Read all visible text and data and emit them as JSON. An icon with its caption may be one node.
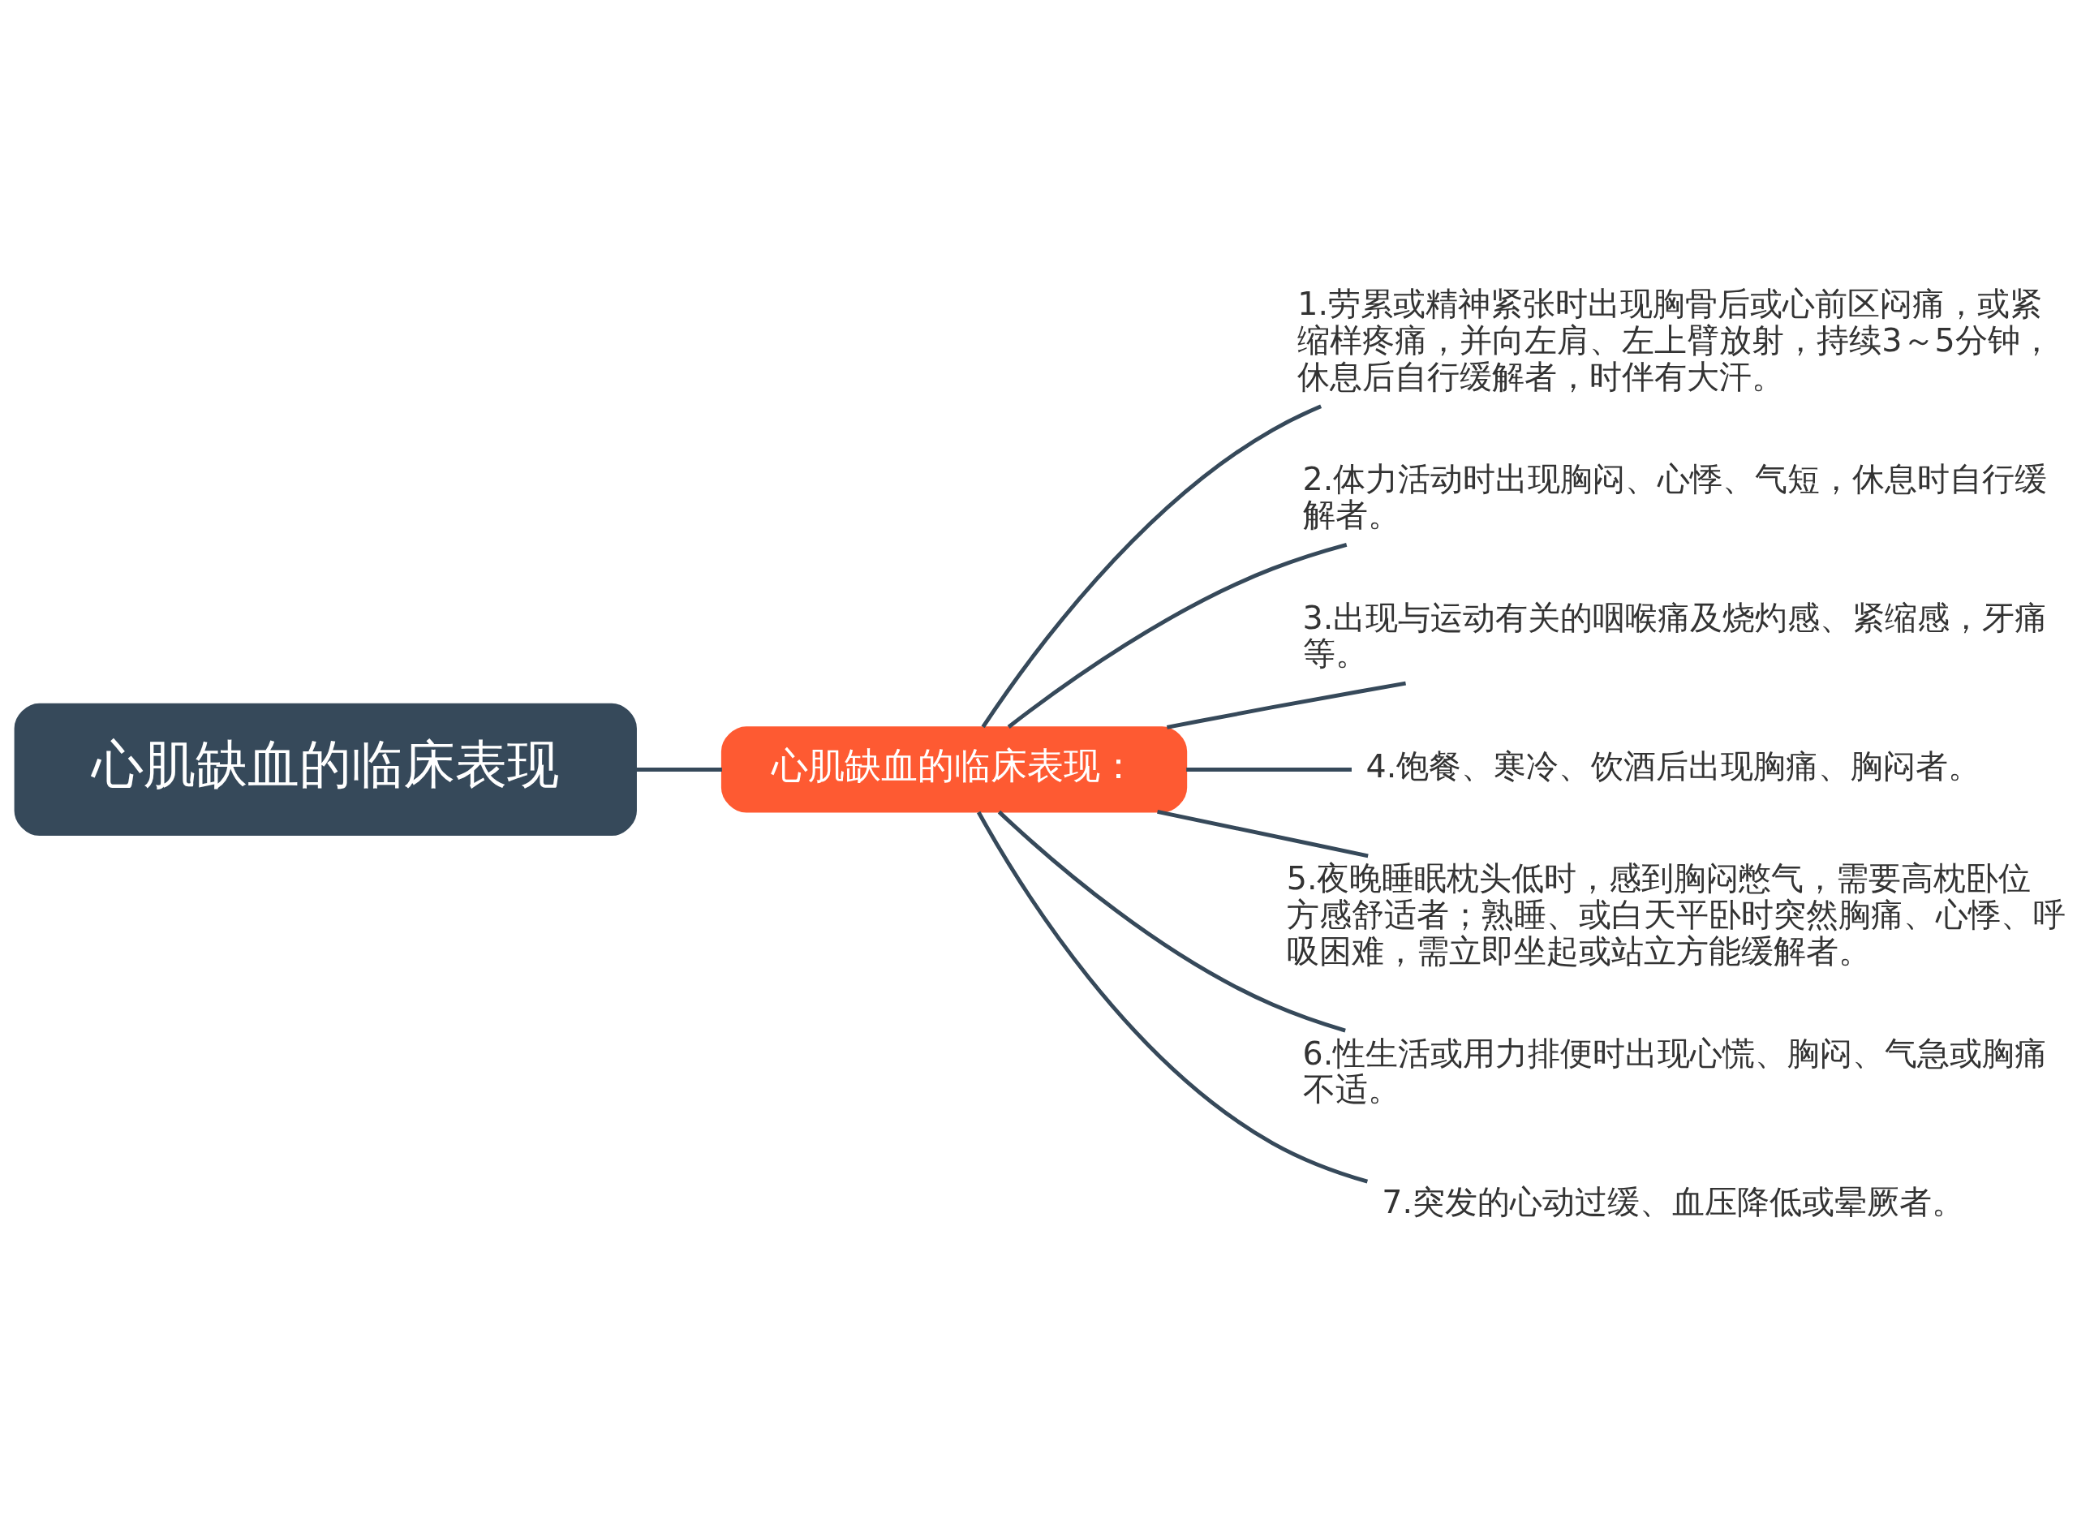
{
  "diagram": {
    "nodes": [
      {
        "text": [
          "心肌缺血的临床表现"
        ]
      },
      {
        "text": [
          "心肌缺血的临床表现："
        ]
      },
      {
        "text": [
          "1.劳累或精神紧张时出现胸骨后或心前区闷痛，或紧缩样疼痛，并向左肩、左上臂放射，持续3～5分钟，休息后自行缓解者，时伴有大汗。"
        ]
      },
      {
        "text": [
          "2.体力活动时出现胸闷、心悸、气短，休息时自行缓解者。"
        ]
      },
      {
        "text": [
          "3.出现与运动有关的咽喉痛及烧灼感、紧缩感，牙痛等。"
        ]
      },
      {
        "text": [
          "4.饱餐、寒冷、饮酒后出现胸痛、胸闷者。"
        ]
      },
      {
        "text": [
          "5.夜晚睡眠枕头低时，感到胸闷憋气，需要高枕卧位方感舒适者；熟睡、或白天平卧时突然胸痛、心悸、呼吸困难，需立即坐起或站立方能缓解者。"
        ]
      },
      {
        "text": [
          "6.性生活或用力排便时出现心慌、胸闷、气急或胸痛不适。"
        ]
      },
      {
        "text": [
          "7.突发的心动过缓、血压降低或晕厥者。"
        ]
      }
    ],
    "edges": [
      {
        "from": 0,
        "to": 1,
        "arrow": "none"
      },
      {
        "from": 1,
        "to": 2,
        "arrow": "none"
      },
      {
        "from": 1,
        "to": 3,
        "arrow": "none"
      },
      {
        "from": 1,
        "to": 4,
        "arrow": "none"
      },
      {
        "from": 1,
        "to": 5,
        "arrow": "none"
      },
      {
        "from": 1,
        "to": 6,
        "arrow": "none"
      },
      {
        "from": 1,
        "to": 7,
        "arrow": "none"
      },
      {
        "from": 1,
        "to": 8,
        "arrow": "none"
      }
    ]
  }
}
